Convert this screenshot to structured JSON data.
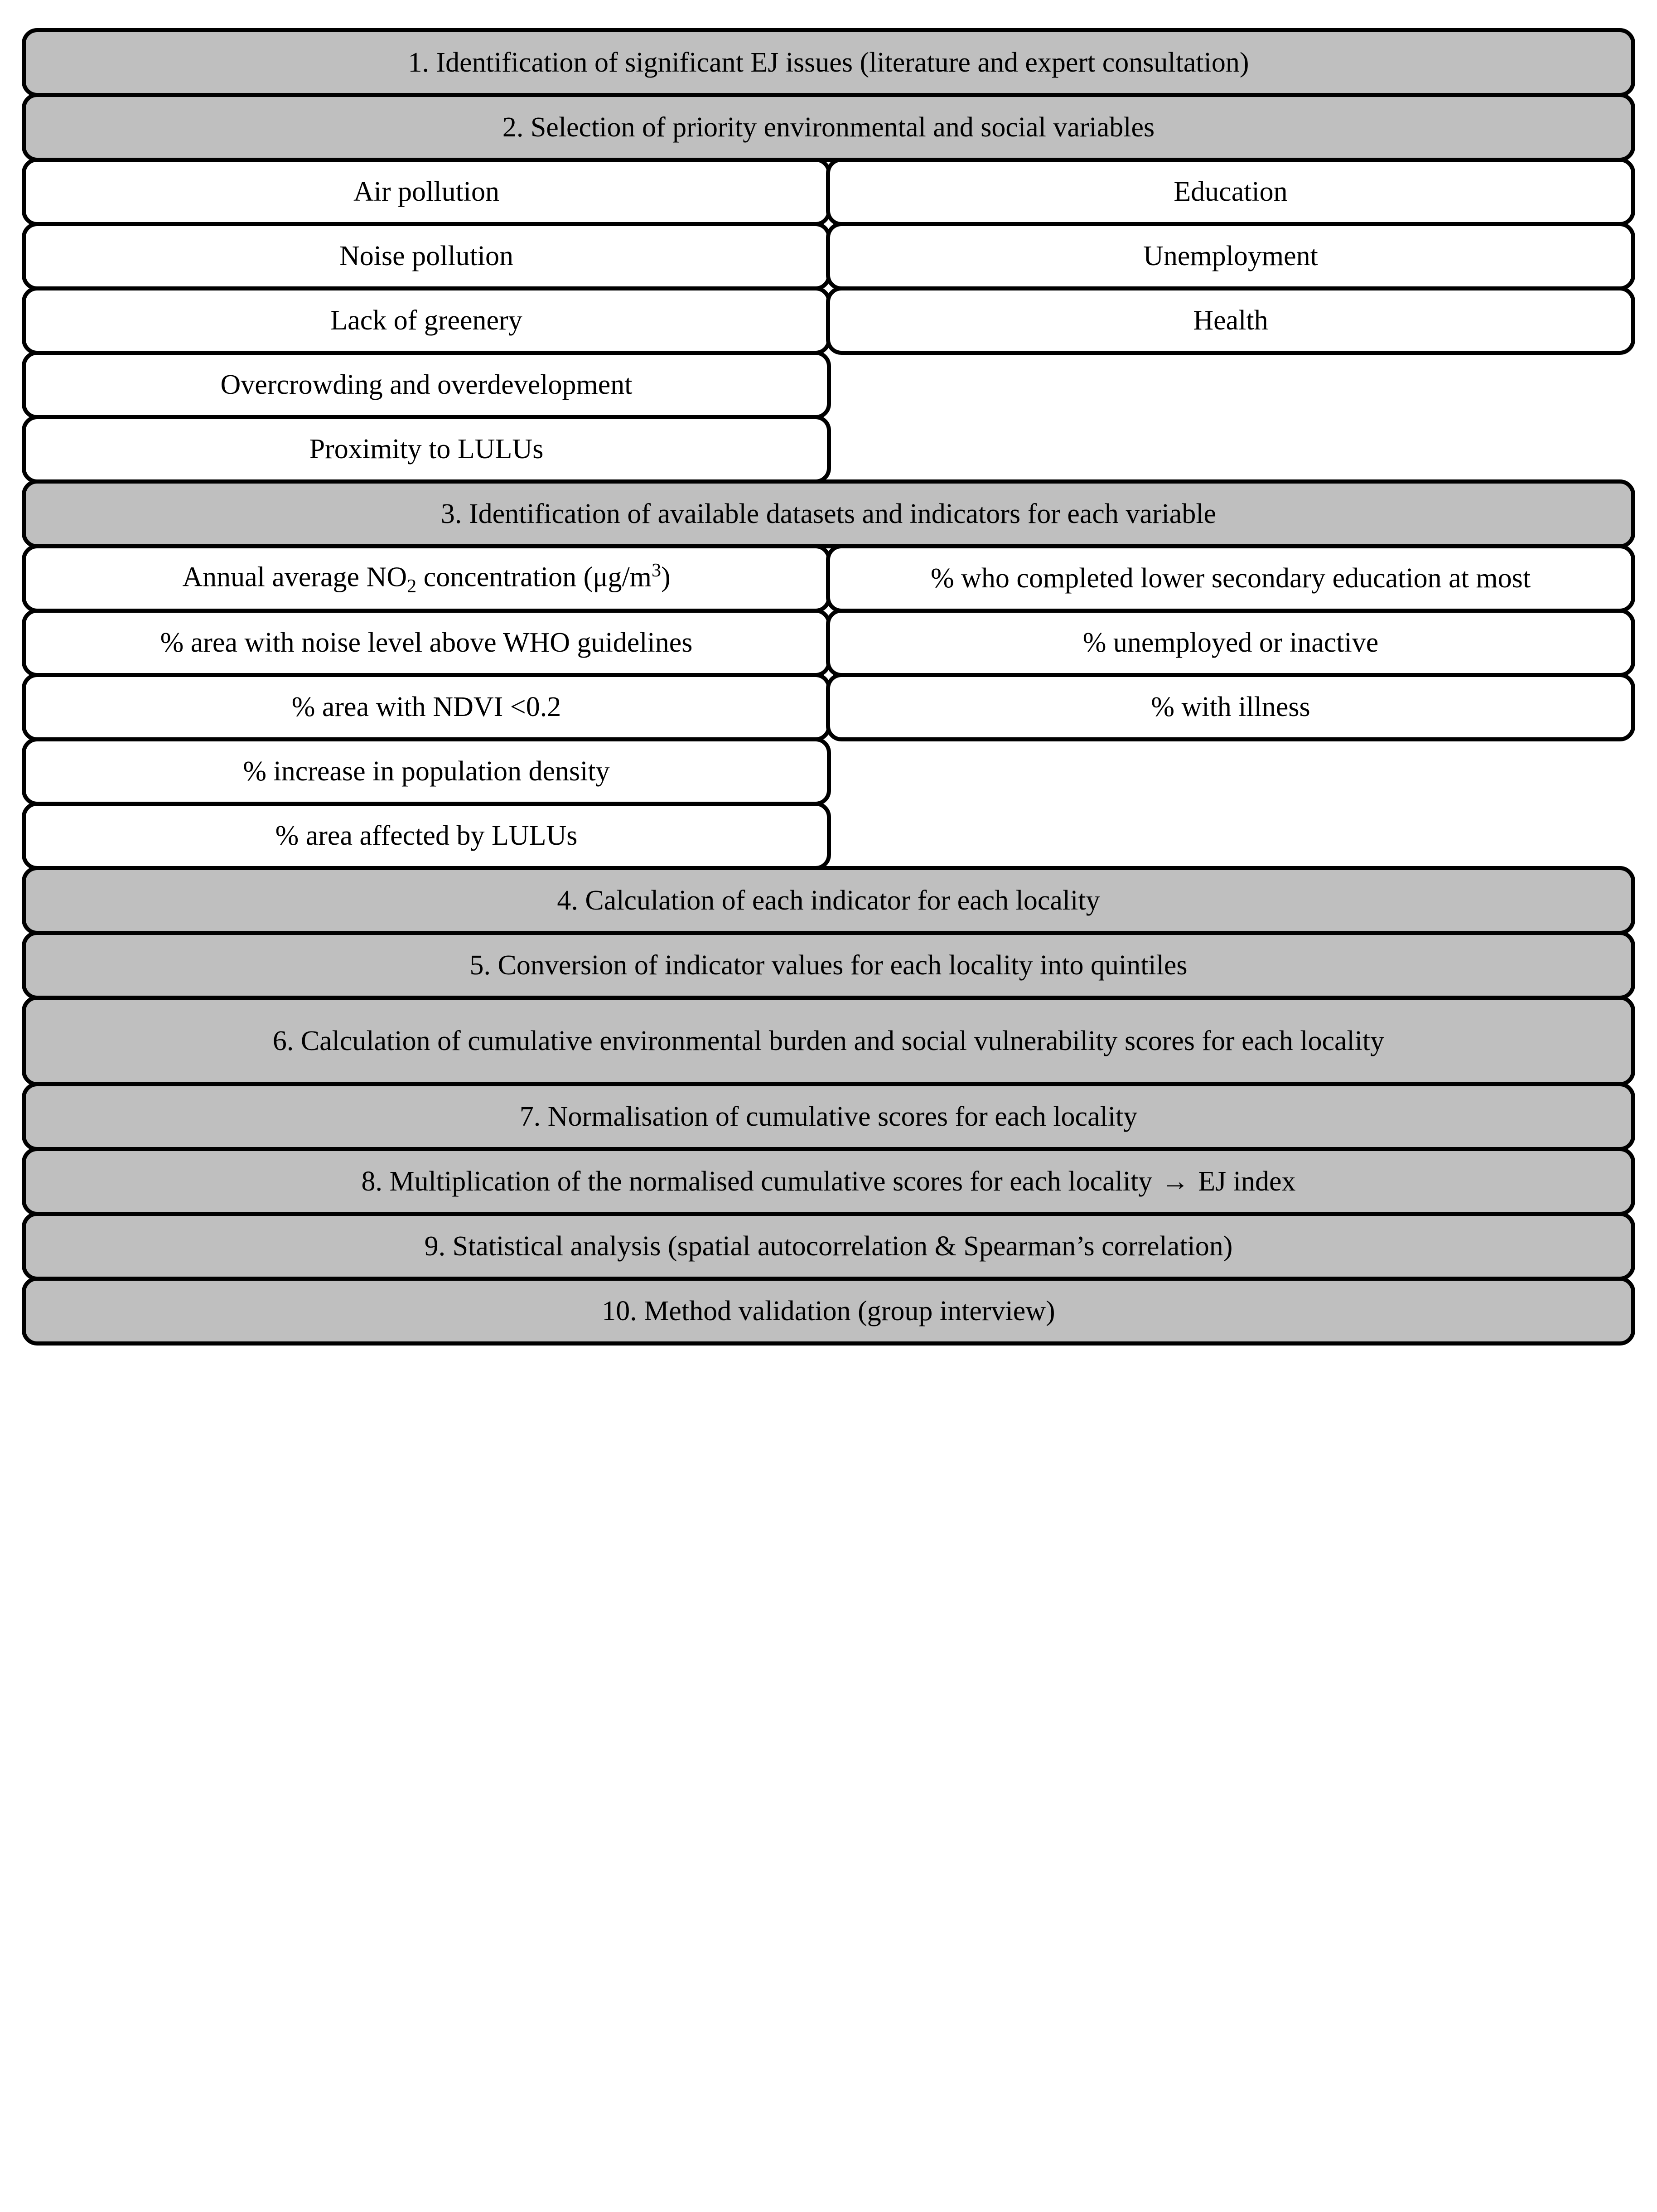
{
  "diagram": {
    "title_step_1": "1. Identification of significant EJ issues (literature and expert consultation)",
    "title_step_2": "2. Selection of priority environmental and social variables",
    "variables": {
      "environmental": [
        "Air pollution",
        "Noise pollution",
        "Lack of greenery",
        "Overcrowding and overdevelopment",
        "Proximity to LULUs"
      ],
      "social": [
        "Education",
        "Unemployment",
        "Health"
      ]
    },
    "title_step_3": "3. Identification of available datasets and indicators for each variable",
    "indicators": {
      "environmental": [
        "Annual average NO2 concentration (μg/m3)",
        "% area with noise level above WHO guidelines",
        "% area with NDVI <0.2",
        "% increase in population density",
        "% area affected by LULUs"
      ],
      "social": [
        "% who completed lower secondary education at most",
        "% unemployed or inactive",
        "% with illness"
      ]
    },
    "title_step_4": "4. Calculation of each indicator for each locality",
    "title_step_5": "5. Conversion of indicator values for each locality into quintiles",
    "title_step_6": "6. Calculation of cumulative environmental burden and social vulnerability scores for each locality",
    "title_step_7": "7. Normalisation of cumulative scores for each locality",
    "title_step_8_before_arrow": "8. Multiplication of the normalised cumulative scores for each locality ",
    "title_step_8_arrow": "→",
    "title_step_8_after_arrow": " EJ index",
    "title_step_9": "9. Statistical analysis (spatial autocorrelation & Spearman’s correlation)",
    "title_step_10": "10. Method validation (group interview)",
    "indicator_no2": {
      "prefix": "Annual average NO",
      "subscript": "2",
      "middle": " concentration (μg/m",
      "superscript": "3",
      "suffix": ")"
    },
    "colors": {
      "process_fill": "#bfbfbf",
      "item_fill": "#ffffff",
      "border": "#000000",
      "text": "#000000"
    }
  }
}
